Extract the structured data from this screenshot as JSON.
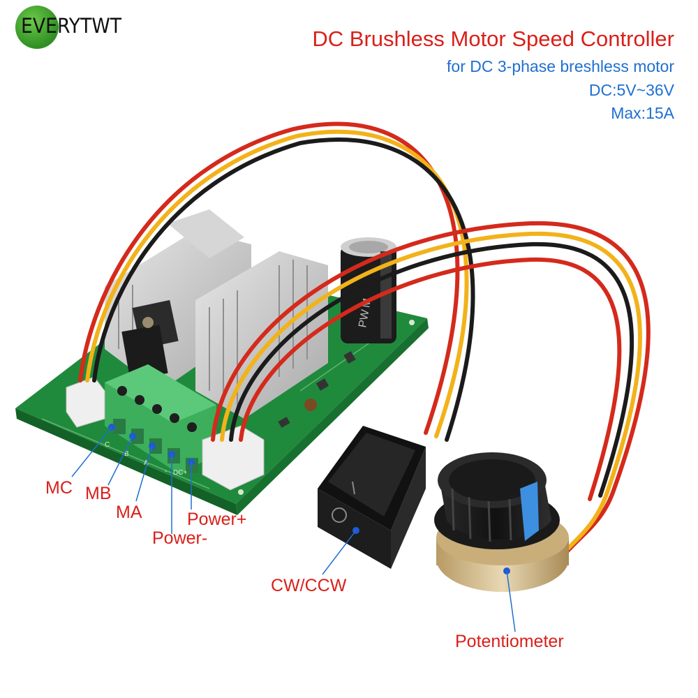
{
  "logo": {
    "text": "EVERYTWT"
  },
  "heading": {
    "title": "DC Brushless Motor Speed Controller",
    "line1": "for DC 3-phase breshless motor",
    "line2": "DC:5V~36V",
    "line3": "Max:15A"
  },
  "board": {
    "capacitor_text": "PW M",
    "terminal_silkscreen": [
      "C",
      "B",
      "A",
      "-",
      "DC+"
    ]
  },
  "callouts": {
    "mc": "MC",
    "mb": "MB",
    "ma": "MA",
    "power_minus": "Power-",
    "power_plus": "Power+",
    "cw_ccw": "CW/CCW",
    "potentiometer": "Potentiometer"
  },
  "colors": {
    "title_red": "#d9201a",
    "subtitle_blue": "#1f6fd1",
    "pcb_green": "#1f8a3c",
    "terminal_green": "#3cae5c",
    "heatsink": "#c9c9c9",
    "wire_red": "#d42a1c",
    "wire_yellow": "#f2b21a",
    "wire_black": "#1b1b1b",
    "knob_indicator": "#3d8fe0"
  }
}
